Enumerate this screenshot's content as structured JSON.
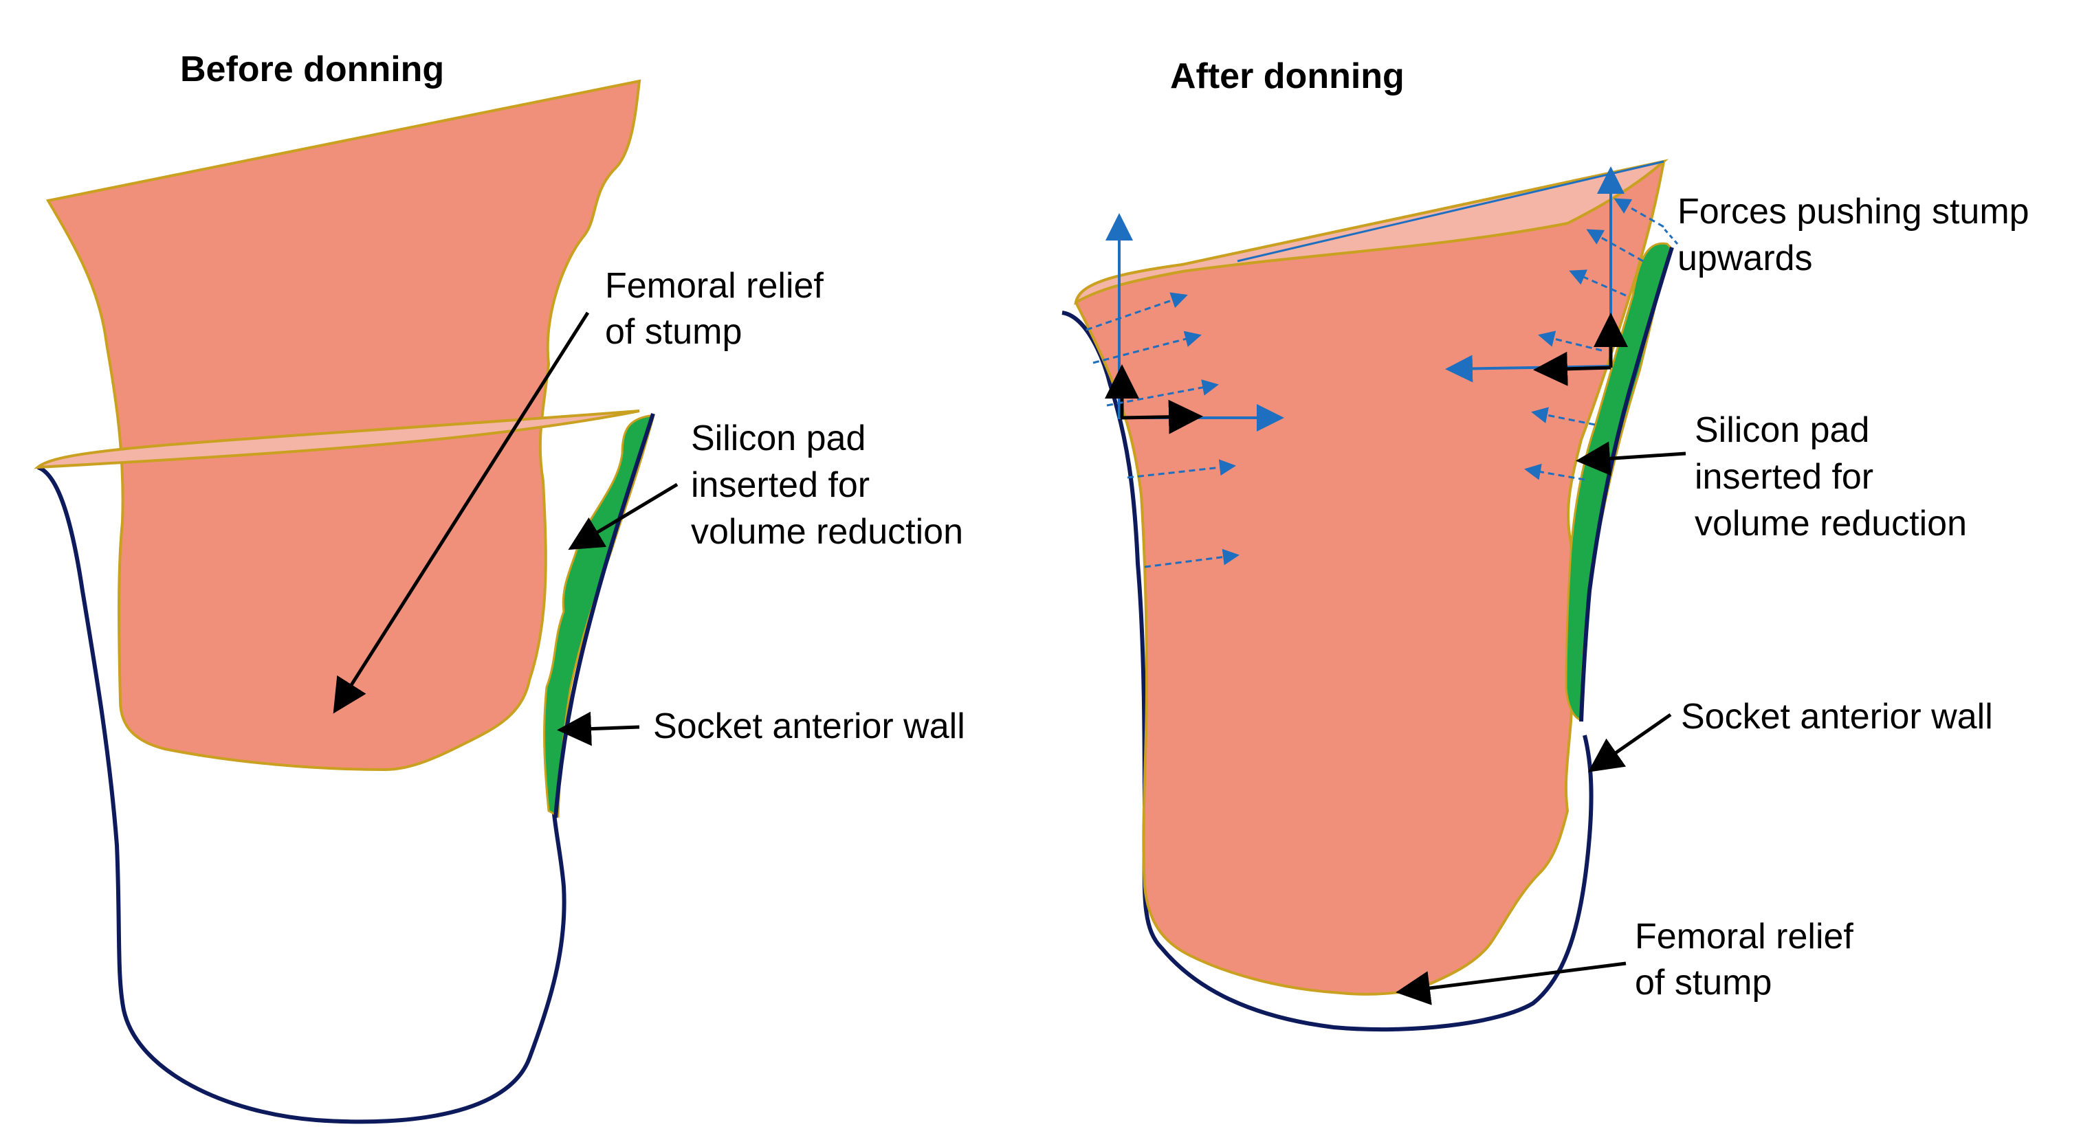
{
  "panels": {
    "before": {
      "title": "Before donning",
      "labels": {
        "femoral_relief_line1": "Femoral relief",
        "femoral_relief_line2": "of stump",
        "silicon_pad_line1": "Silicon pad",
        "silicon_pad_line2": "inserted for",
        "silicon_pad_line3": "volume reduction",
        "socket_wall": "Socket anterior wall"
      }
    },
    "after": {
      "title": "After donning",
      "labels": {
        "forces_line1": "Forces pushing stump",
        "forces_line2": "upwards",
        "silicon_pad_line1": "Silicon pad",
        "silicon_pad_line2": "inserted for",
        "silicon_pad_line3": "volume reduction",
        "socket_wall": "Socket anterior wall",
        "femoral_relief_line1": "Femoral relief",
        "femoral_relief_line2": "of stump"
      }
    }
  },
  "colors": {
    "stump_fill": "#F0907A",
    "stump_top_fill": "#F5B5A6",
    "stump_outline": "#C9A020",
    "socket_outline": "#0D1A5C",
    "silicon_pad": "#1DA84A",
    "force_arrow": "#1F6FC0",
    "leader_arrow": "#000000"
  }
}
